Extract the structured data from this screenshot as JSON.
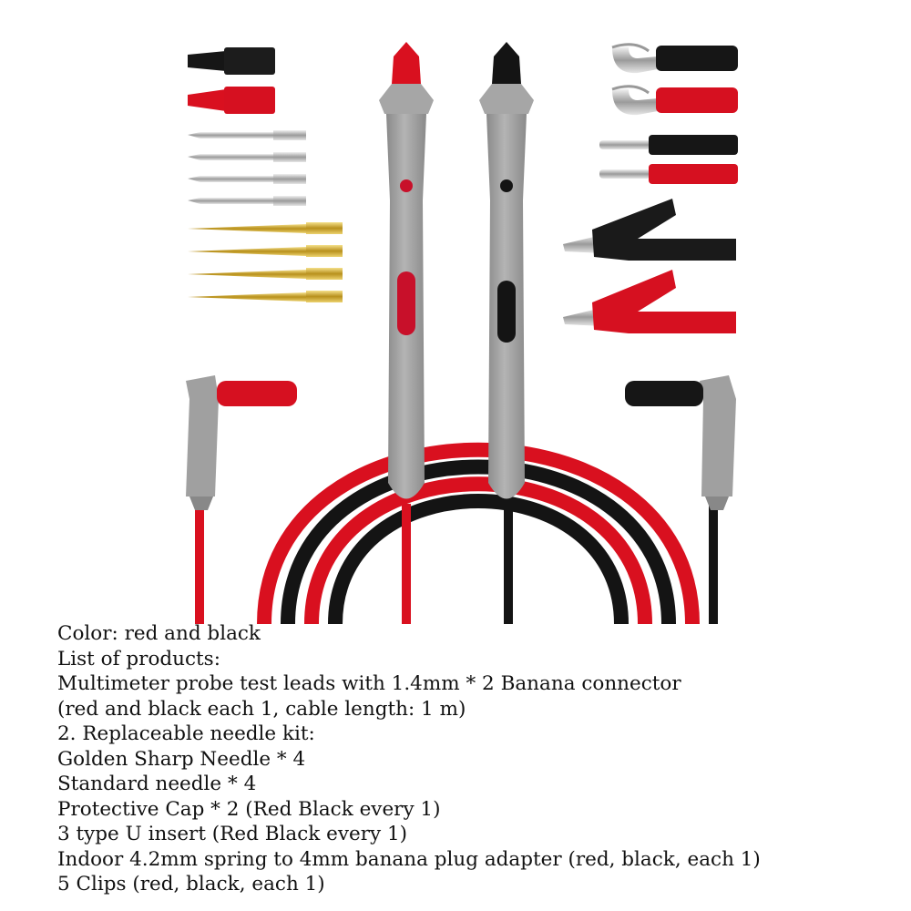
{
  "colors": {
    "background": "#ffffff",
    "red": "#d9101f",
    "black": "#141414",
    "probe_gray": "#9c9c9c",
    "steel": "#c8c8c8",
    "gold": "#d6b23a",
    "text": "#111111"
  },
  "description": {
    "lines": [
      "Color: red and black",
      "List of products:",
      "Multimeter probe test leads with 1.4mm * 2 Banana connector",
      "(red and black each 1, cable length: 1 m)",
      "2. Replaceable needle kit:",
      "Golden Sharp Needle * 4",
      "Standard needle * 4",
      "Protective Cap * 2 (Red Black every 1)",
      "3 type U insert (Red Black every 1)",
      "Indoor 4.2mm spring to 4mm banana plug adapter (red, black, each 1)",
      "5 Clips (red, black, each 1)"
    ]
  }
}
